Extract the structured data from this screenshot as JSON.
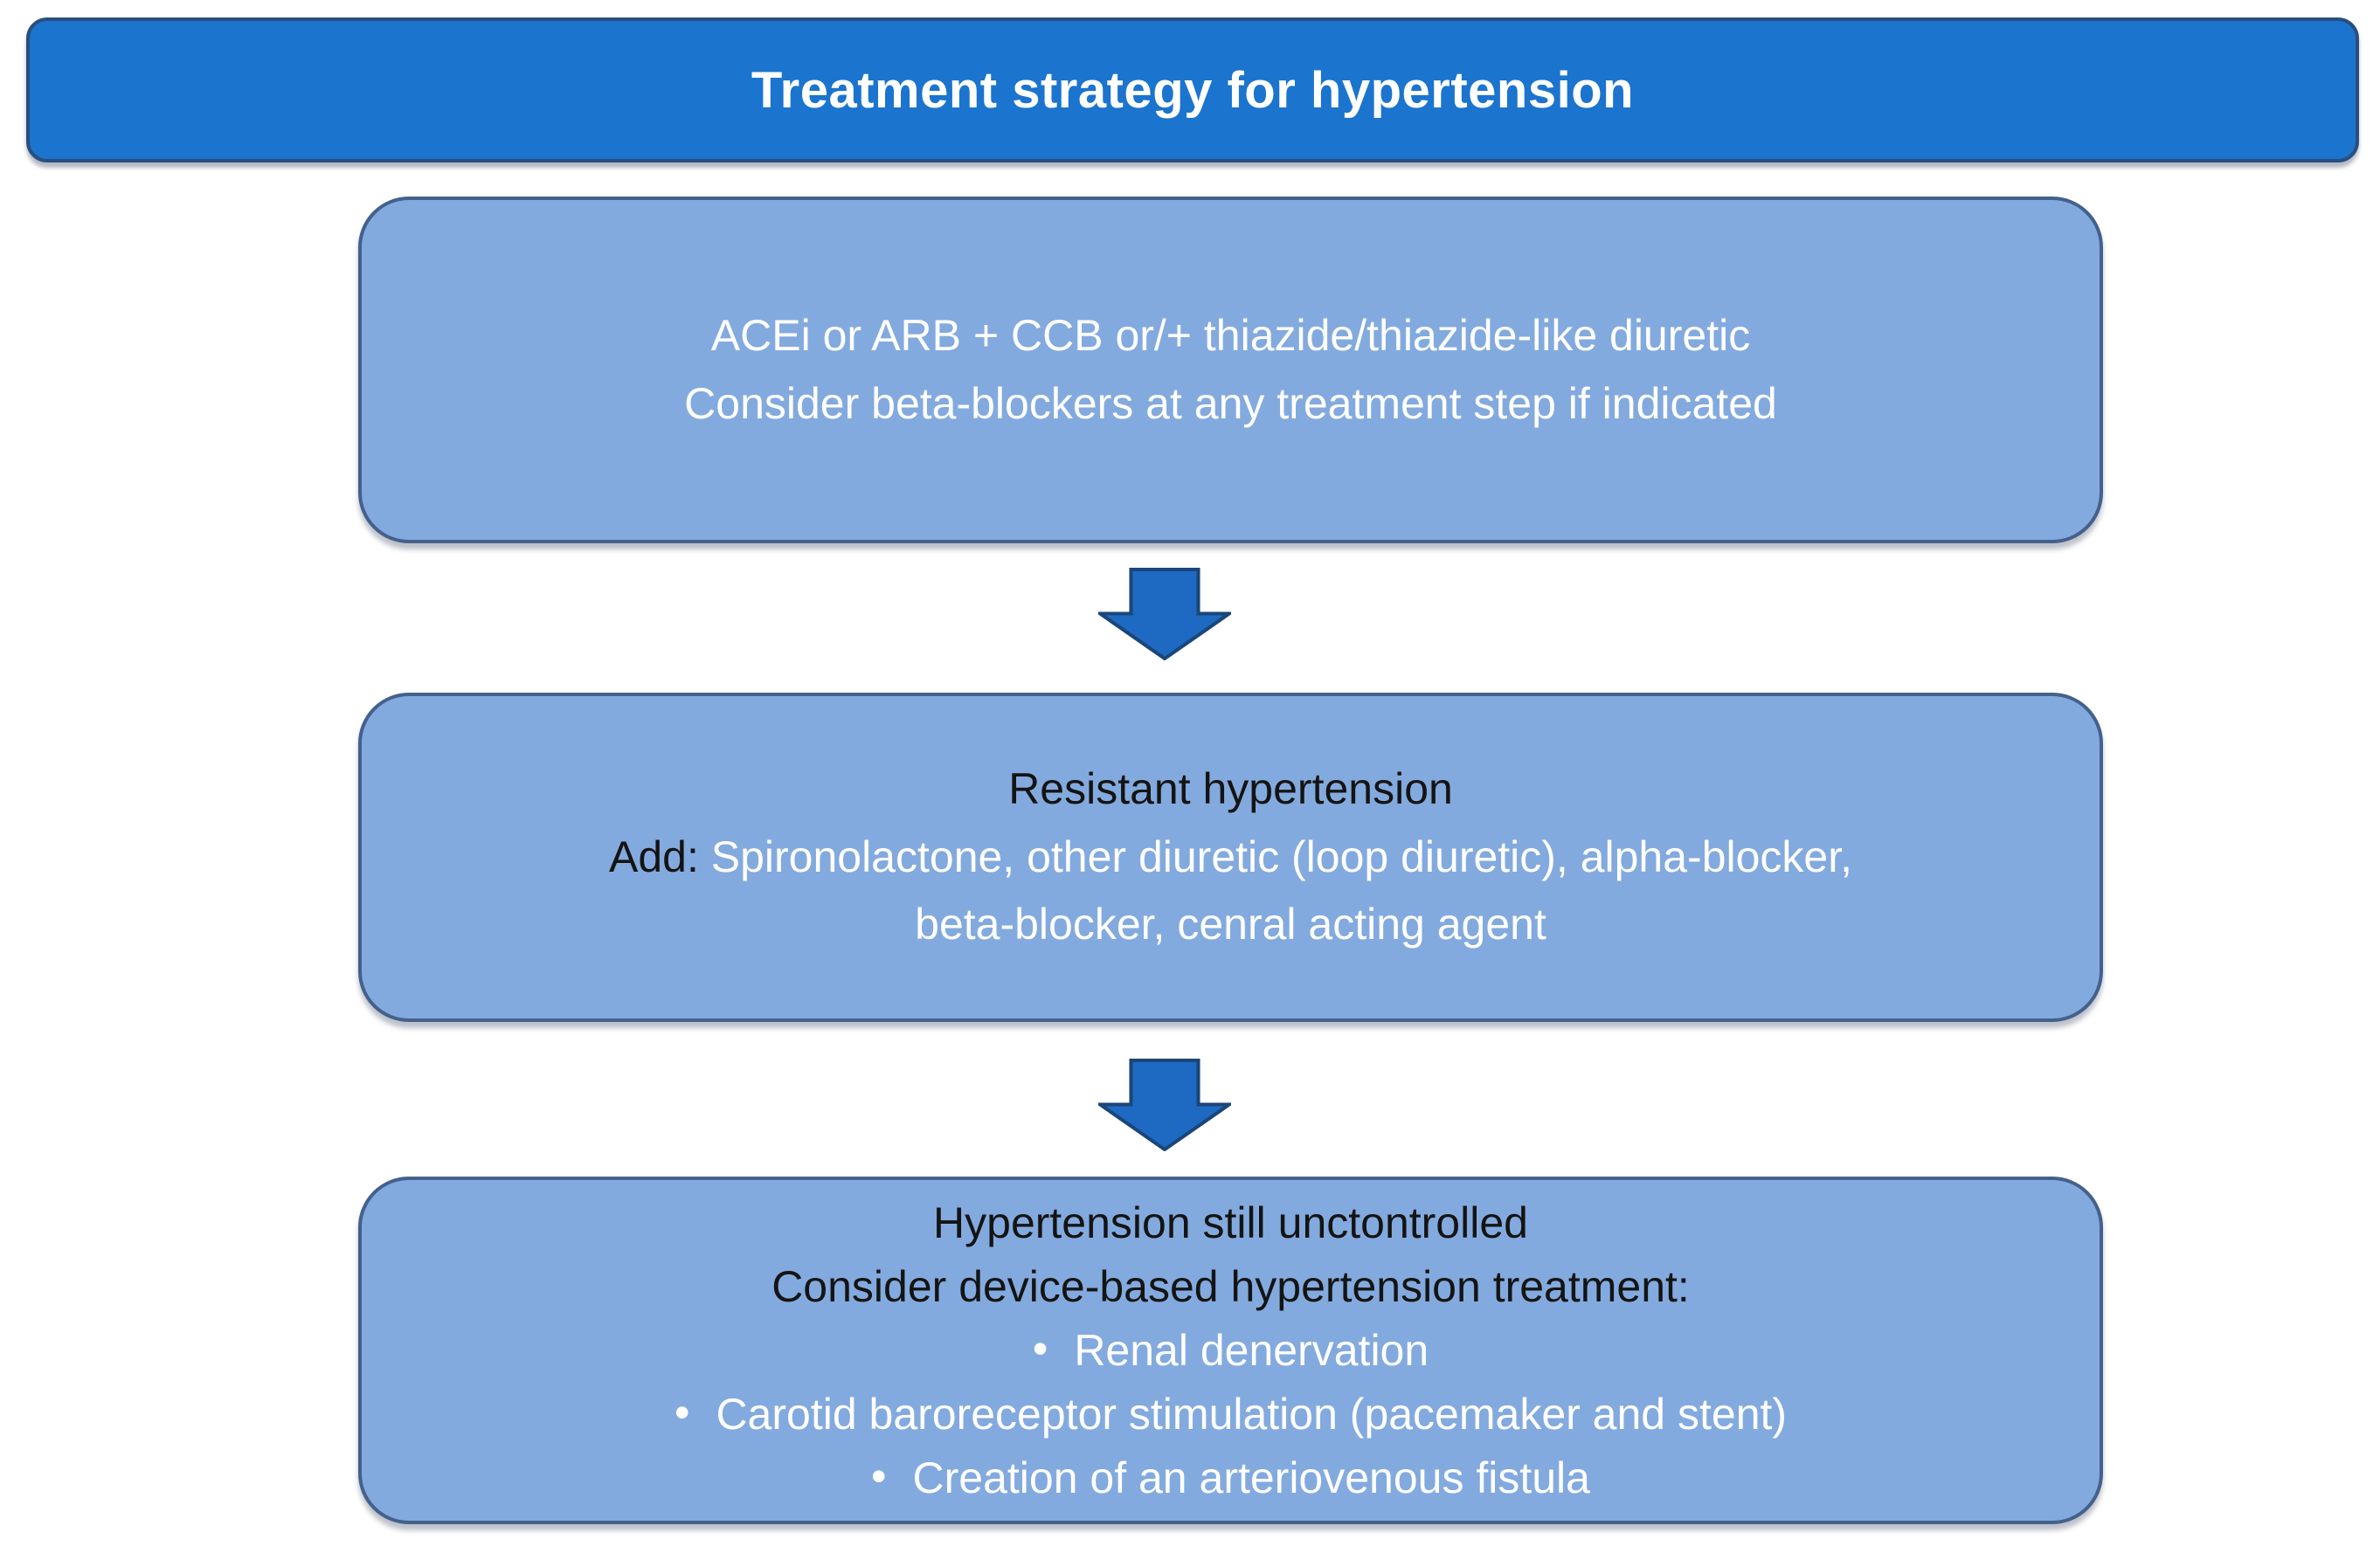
{
  "figure": {
    "title": "Treatment strategy for hypertension"
  },
  "flowchart": {
    "step1": {
      "line1": "ACEi or ARB + CCB or/+ thiazide/thiazide-like diuretic",
      "line2": "Consider beta-blockers at any treatment step if indicated"
    },
    "step2": {
      "heading": "Resistant hypertension",
      "add_label": "Add:",
      "add_items_line1": " Spironolactone, other diuretic (loop diuretic), alpha-blocker,",
      "add_items_line2": "beta-blocker, cenral acting agent"
    },
    "step3": {
      "heading_line1": "Hypertension still unctontrolled",
      "heading_line2": "Consider device-based hypertension treatment:",
      "bullets": [
        "Renal denervation",
        "Carotid baroreceptor stimulation (pacemaker and stent)",
        "Creation of an arteriovenous fistula"
      ]
    }
  },
  "icons": {
    "down_arrow": "block-arrow-down",
    "bullet_char": "•"
  },
  "colors": {
    "page_bg": "#ffffff",
    "title_bar_fill": "#1b74ce",
    "title_bar_border": "#2a4e7e",
    "step_box_fill": "#83aade",
    "step_box_border": "#44618c",
    "arrow_fill": "#1e6ac2",
    "arrow_border": "#1a4679",
    "dark_text": "#141414",
    "light_text": "#ffffff"
  }
}
